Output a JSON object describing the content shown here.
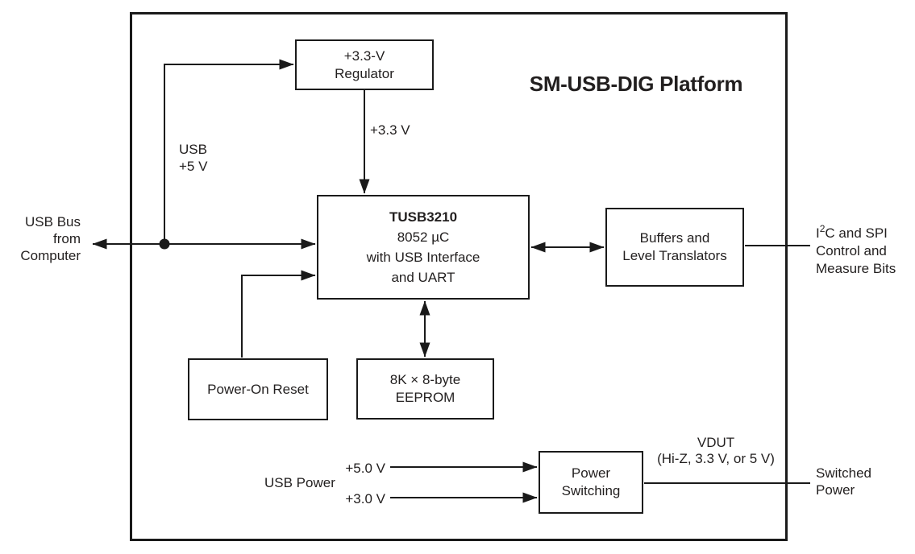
{
  "diagram": {
    "title": "SM-USB-DIG Platform",
    "colors": {
      "line": "#1a1a1a",
      "text": "#221f1f",
      "background": "#ffffff"
    },
    "boxes": {
      "regulator": {
        "lines": [
          "+3.3-V",
          "Regulator"
        ]
      },
      "tusb3210": {
        "title": "TUSB3210",
        "lines": [
          "8052 µC",
          "with USB Interface",
          "and UART"
        ]
      },
      "buffers": {
        "lines": [
          "Buffers and",
          "Level Translators"
        ]
      },
      "power_on_reset": {
        "lines": [
          "Power-On Reset"
        ]
      },
      "eeprom": {
        "lines": [
          "8K × 8-byte",
          "EEPROM"
        ]
      },
      "power_switching": {
        "lines": [
          "Power",
          "Switching"
        ]
      }
    },
    "labels": {
      "usb_bus": {
        "lines": [
          "USB Bus",
          "from",
          "Computer"
        ]
      },
      "usb_5v": {
        "lines": [
          "USB",
          "+5 V"
        ]
      },
      "reg_out": "+3.3 V",
      "i2c": {
        "base": "I",
        "sup": "2",
        "rest": "C and SPI",
        "lines": [
          "Control and",
          "Measure Bits"
        ]
      },
      "vdut": {
        "lines": [
          "VDUT",
          "(Hi-Z, 3.3 V, or 5 V)"
        ]
      },
      "switched_power": {
        "lines": [
          "Switched",
          "Power"
        ]
      },
      "usb_power": "USB Power",
      "plus_5_0": "+5.0 V",
      "plus_3_0": "+3.0 V"
    }
  }
}
